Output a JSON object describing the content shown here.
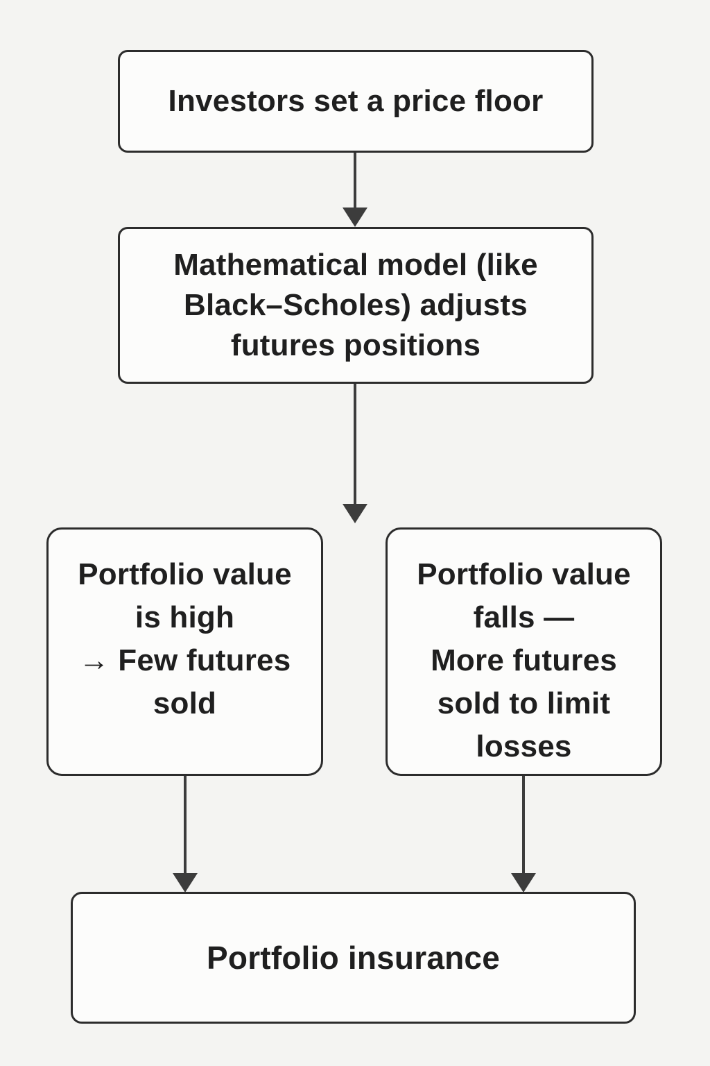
{
  "colors": {
    "background": "#f4f4f2",
    "box_fill": "#fcfcfb",
    "box_border": "#2c2c2c",
    "text": "#1f1f1f",
    "arrow": "#3c3c3c"
  },
  "nodes": {
    "price_floor": {
      "lines": [
        "Investors set a price floor"
      ]
    },
    "model": {
      "lines": [
        "Mathematical model (like",
        "Black–Scholes) adjusts",
        "futures positions"
      ]
    },
    "value_high": {
      "lines": [
        "Portfolio value",
        "is high",
        "→ Few futures",
        "sold"
      ]
    },
    "value_falls": {
      "lines": [
        "Portfolio value",
        "falls —",
        "More futures",
        "sold to limit",
        "losses"
      ]
    },
    "insurance": {
      "lines": [
        "Portfolio insurance"
      ]
    }
  },
  "arrows": [
    {
      "name": "price-floor-to-model"
    },
    {
      "name": "model-to-branches"
    },
    {
      "name": "value-high-to-insurance"
    },
    {
      "name": "value-falls-to-insurance"
    }
  ]
}
